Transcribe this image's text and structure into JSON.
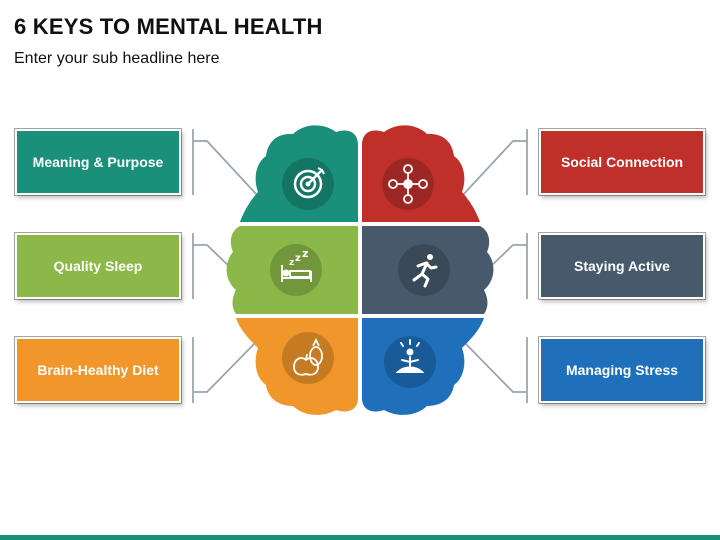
{
  "header": {
    "title": "6 KEYS TO MENTAL HEALTH",
    "subtitle": "Enter your sub headline here"
  },
  "keys": [
    {
      "label": "Meaning & Purpose",
      "color": "#1a8f7a",
      "icon": "target-icon"
    },
    {
      "label": "Social Connection",
      "color": "#c0302a",
      "icon": "network-icon"
    },
    {
      "label": "Quality Sleep",
      "color": "#8cb84a",
      "icon": "sleep-icon"
    },
    {
      "label": "Staying Active",
      "color": "#465a6c",
      "icon": "running-icon"
    },
    {
      "label": "Brain-Healthy Diet",
      "color": "#f0962a",
      "icon": "fruit-icon"
    },
    {
      "label": "Managing Stress",
      "color": "#1f6fba",
      "icon": "meditation-icon"
    }
  ],
  "theme": {
    "bottom_bar": "#1a8f7a",
    "connector": "#9aa5ad"
  }
}
